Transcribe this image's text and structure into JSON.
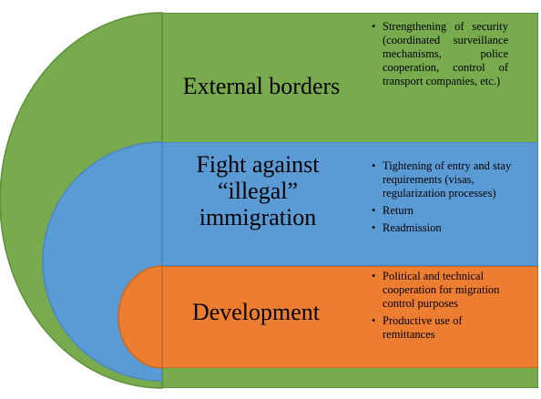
{
  "colors": {
    "green": "#77ab4e",
    "green_border": "#5d8f3a",
    "blue": "#5b9bd5",
    "blue_border": "#4a86c0",
    "orange": "#ed7d31",
    "orange_border": "#c8671f",
    "title_text": "#000000"
  },
  "levels": [
    {
      "title": "External borders",
      "bullets": [
        "Strengthening of security (coordinated surveillance mechanisms, police cooperation, control of transport companies, etc.)"
      ]
    },
    {
      "title": "Fight against “illegal” immigration",
      "bullets": [
        "Tightening of entry and stay requirements (visas, regularization processes)",
        "Return",
        "Readmission"
      ]
    },
    {
      "title": "Development",
      "bullets": [
        "Political and technical cooperation for migration control purposes",
        "Productive use of remittances"
      ]
    }
  ]
}
